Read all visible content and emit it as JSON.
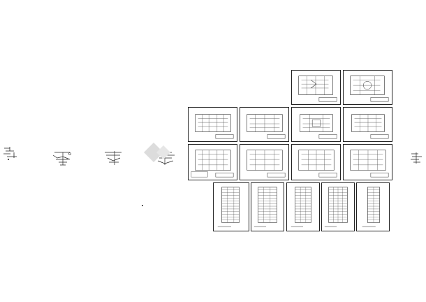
{
  "drawing": {
    "background_color": "#ffffff",
    "line_color": "#222222",
    "watermark_color": "#d9d9d9",
    "watermark_label": "watermark-logo",
    "sheet_groups": [
      {
        "name": "floor-plans-row-1",
        "count": 2
      },
      {
        "name": "floor-plans-row-2",
        "count": 4
      },
      {
        "name": "floor-plans-row-3",
        "count": 4
      },
      {
        "name": "elevations-row",
        "count": 5
      }
    ],
    "stray_detail_fragments": 6
  }
}
